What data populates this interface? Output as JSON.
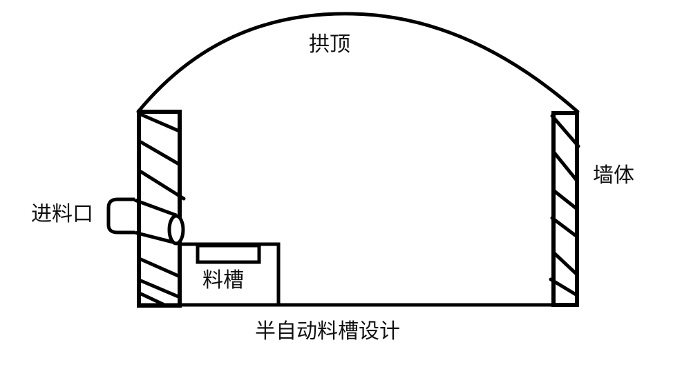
{
  "diagram": {
    "title": "半自动料槽设计",
    "labels": {
      "dome": "拱顶",
      "wall": "墙体",
      "inlet": "进料口",
      "trough": "料槽"
    },
    "colors": {
      "stroke": "#000000",
      "background": "#ffffff",
      "text": "#111111"
    },
    "components": [
      {
        "id": "dome",
        "label": "拱顶",
        "type": "arch"
      },
      {
        "id": "left-wall",
        "label": "墙体",
        "type": "hatched-rect"
      },
      {
        "id": "right-wall",
        "label": "墙体",
        "type": "hatched-rect"
      },
      {
        "id": "inlet",
        "label": "进料口",
        "type": "pipe"
      },
      {
        "id": "trough",
        "label": "料槽",
        "type": "box"
      },
      {
        "id": "floor",
        "label": "",
        "type": "line"
      }
    ]
  }
}
